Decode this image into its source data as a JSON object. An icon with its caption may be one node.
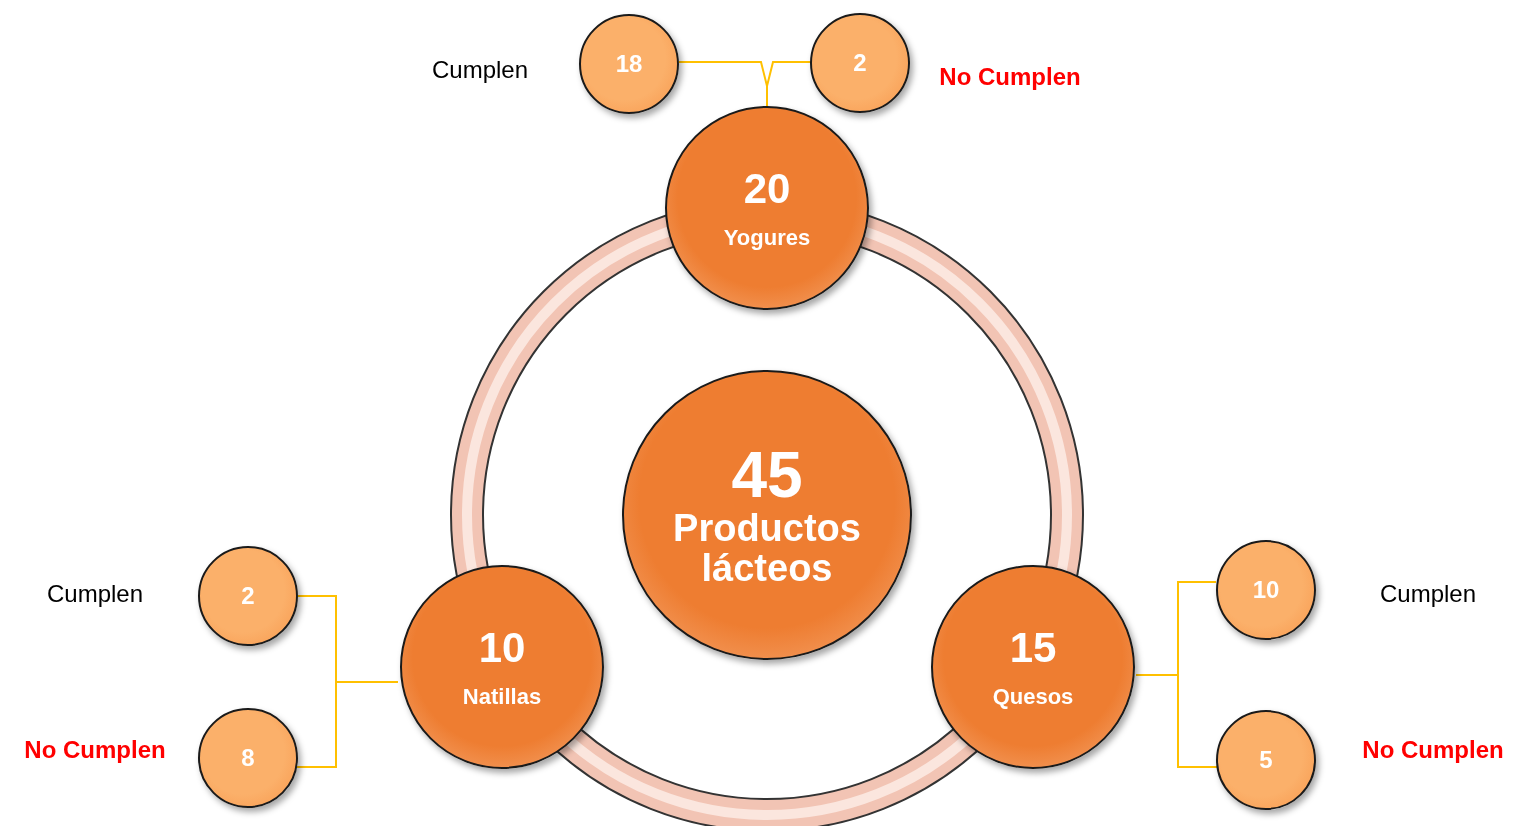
{
  "diagram": {
    "nodes": [
      {
        "text": [
          "45",
          "Productos lácteos"
        ]
      },
      {
        "text": [
          "20",
          "Yogures"
        ]
      },
      {
        "text": [
          "18"
        ],
        "beside": [
          "Cumplen"
        ]
      },
      {
        "text": [
          "2"
        ],
        "beside": [
          "No Cumplen"
        ]
      },
      {
        "text": [
          "10",
          "Natillas"
        ]
      },
      {
        "text": [
          "2"
        ],
        "beside": [
          "Cumplen"
        ]
      },
      {
        "text": [
          "8"
        ],
        "beside": [
          "No Cumplen"
        ]
      },
      {
        "text": [
          "15",
          "Quesos"
        ]
      },
      {
        "text": [
          "10"
        ],
        "beside": [
          "Cumplen"
        ]
      },
      {
        "text": [
          "5"
        ],
        "beside": [
          "No Cumplen"
        ]
      }
    ],
    "edges": [
      {
        "from": 1,
        "to": 2,
        "arrow": "none",
        "color": "#ffc000"
      },
      {
        "from": 1,
        "to": 3,
        "arrow": "none",
        "color": "#ffc000"
      },
      {
        "from": 4,
        "to": 5,
        "arrow": "none",
        "color": "#ffc000"
      },
      {
        "from": 4,
        "to": 6,
        "arrow": "none",
        "color": "#ffc000"
      },
      {
        "from": 7,
        "to": 8,
        "arrow": "none",
        "color": "#ffc000"
      },
      {
        "from": 7,
        "to": 9,
        "arrow": "none",
        "color": "#ffc000"
      }
    ]
  }
}
